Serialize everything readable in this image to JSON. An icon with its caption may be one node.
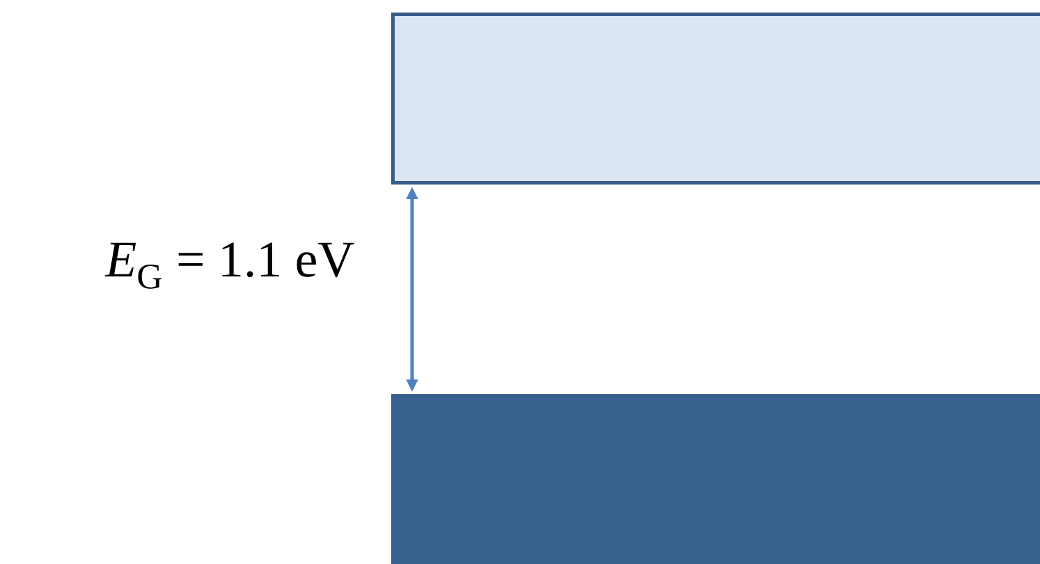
{
  "diagram": {
    "nodes": [
      {
        "text": [],
        "shape": "bar"
      },
      {
        "text": [],
        "shape": "bar"
      }
    ],
    "edges": [
      {
        "from": 1,
        "to": 0,
        "arrow": "both",
        "label": "*E*$_{G}$ = 1.1 eV"
      }
    ]
  }
}
